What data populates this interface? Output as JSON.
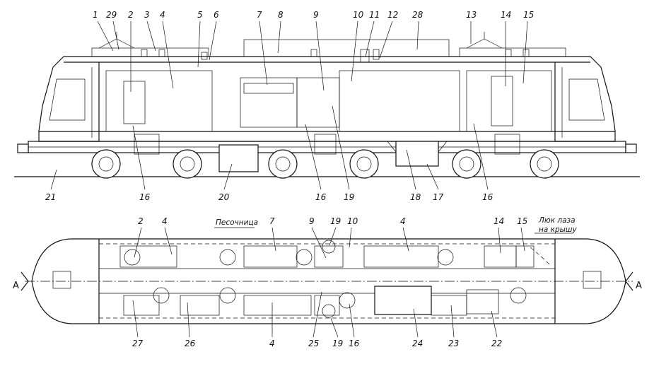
{
  "side_view": {
    "callouts_top": [
      "1",
      "29",
      "2",
      "3",
      "4",
      "5",
      "6",
      "7",
      "8",
      "9",
      "10",
      "11",
      "12",
      "28",
      "13",
      "14",
      "15"
    ],
    "callouts_bottom": [
      "21",
      "16",
      "20",
      "16",
      "19",
      "18",
      "17",
      "16"
    ]
  },
  "plan_view": {
    "callouts_top": [
      "2",
      "4",
      "7",
      "9",
      "19",
      "10",
      "4",
      "14",
      "15"
    ],
    "callouts_bottom": [
      "27",
      "26",
      "4",
      "25",
      "19",
      "16",
      "24",
      "23",
      "22"
    ],
    "label_sandbox": "Песочница",
    "label_roof_hatch_line1": "Люк лаза",
    "label_roof_hatch_line2": "на крышу",
    "section_left": "А",
    "section_right": "А"
  }
}
